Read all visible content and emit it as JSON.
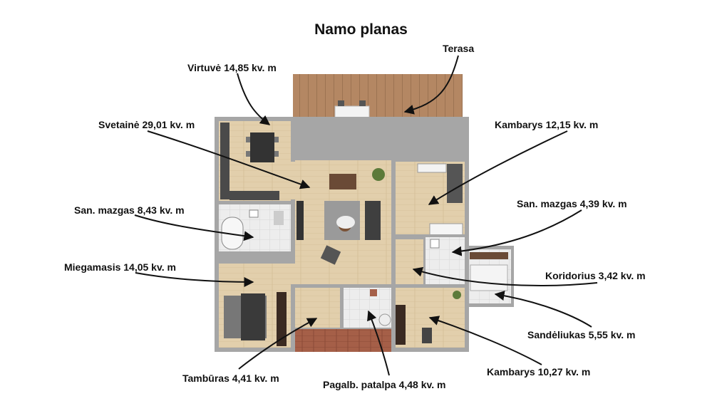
{
  "title": "Namo planas",
  "labels": {
    "terasa": "Terasa",
    "virtuve": "Virtuvė 14,85 kv. m",
    "svetaine": "Svetainė 29,01 kv. m",
    "san_mazgas_1": "San. mazgas 8,43 kv. m",
    "miegamasis": "Miegamasis 14,05 kv. m",
    "tamburas": "Tambūras 4,41 kv. m",
    "pagalb_patalpa": "Pagalb. patalpa 4,48 kv. m",
    "kambarys_1": "Kambarys 12,15 kv. m",
    "san_mazgas_2": "San. mazgas 4,39 kv. m",
    "koridorius": "Koridorius 3,42 kv. m",
    "sandeliukas": "Sandėliukas 5,55 kv. m",
    "kambarys_2": "Kambarys 10,27 kv. m"
  },
  "colors": {
    "wall": "#a6a6a6",
    "floor": "#e2cfac",
    "deck": "#b48763",
    "tile": "#ececec",
    "brick": "#a55f48",
    "arrow": "#111111"
  }
}
